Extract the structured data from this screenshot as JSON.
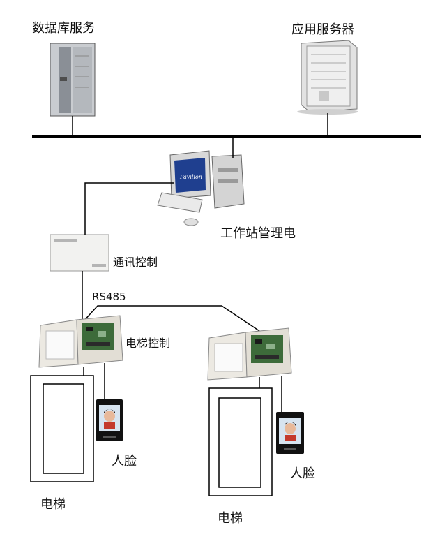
{
  "labels": {
    "database_server": "数据库服务",
    "app_server": "应用服务器",
    "workstation": "工作站管理电",
    "comm_controller": "通讯控制",
    "rs485": "RS485",
    "elevator_controller": "电梯控制",
    "face_left": "人脸",
    "face_right": "人脸",
    "elevator_left": "电梯",
    "elevator_right": "电梯"
  },
  "colors": {
    "line": "#000000",
    "server_dark": "#8a8f96",
    "server_light": "#e6e6e6",
    "panel": "#ece9e2",
    "board": "#3d6b3a",
    "monitor_screen": "#1f3f8f",
    "terminal": "#111111"
  },
  "icons": {
    "database_server": "tower-server-icon",
    "app_server": "rack-server-icon",
    "workstation": "desktop-computer-icon",
    "comm_controller": "controller-box-icon",
    "elevator_controller": "control-panel-icon",
    "face_terminal": "face-recognition-terminal-icon",
    "elevator": "elevator-door-icon"
  }
}
